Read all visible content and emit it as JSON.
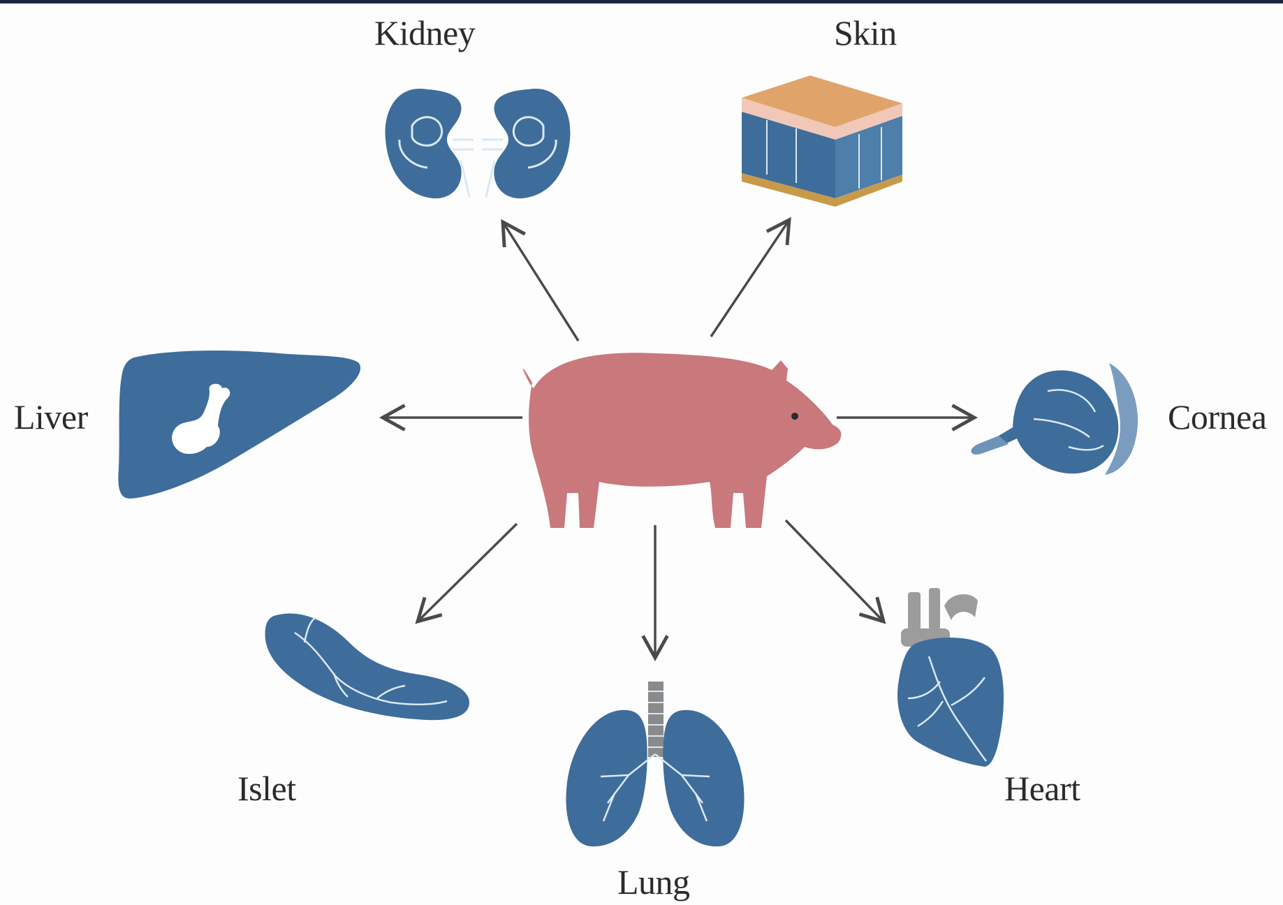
{
  "organs": {
    "kidney": "Kidney",
    "skin": "Skin",
    "liver": "Liver",
    "cornea": "Cornea",
    "islet": "Islet",
    "lung": "Lung",
    "heart": "Heart"
  },
  "colors": {
    "organ_blue": "#3e6d9b",
    "organ_line": "#dbe8f3",
    "pig_pink": "#c9787c",
    "arrow": "#4a4a4a",
    "skin_top": "#e0a46b",
    "skin_dermis": "#f1c8b8",
    "heart_vessels": "#9c9c9c"
  },
  "icons": {
    "center": "pig-icon",
    "kidney": "kidney-icon",
    "skin": "skin-icon",
    "liver": "liver-icon",
    "cornea": "eye-icon",
    "islet": "pancreas-icon",
    "lung": "lungs-icon",
    "heart": "heart-icon"
  }
}
